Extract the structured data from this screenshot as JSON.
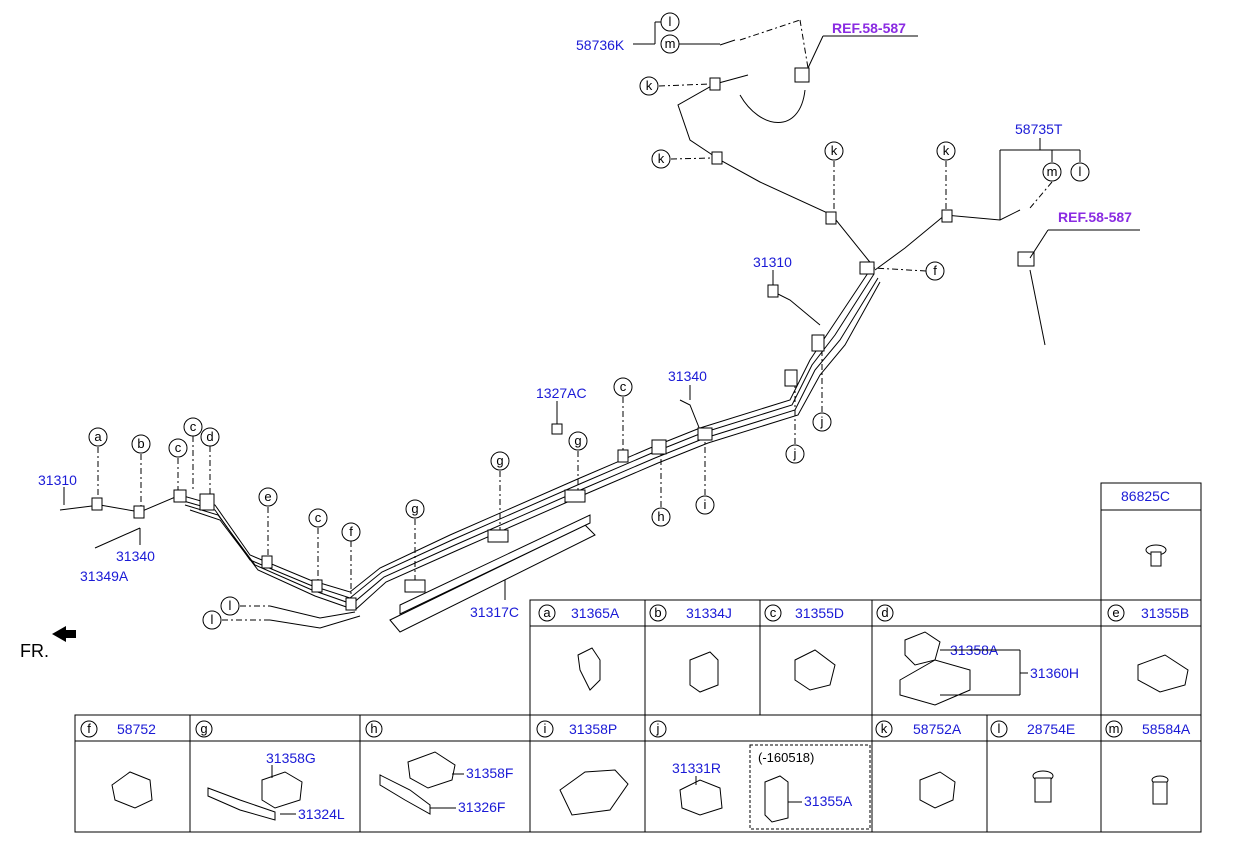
{
  "fr_label": "FR.",
  "ref_top": "REF.58-587",
  "ref_right": "REF.58-587",
  "labels": {
    "p58736K": "58736K",
    "p58735T": "58735T",
    "p31310_left": "31310",
    "p31310_mid": "31310",
    "p31340_left": "31340",
    "p31340_mid": "31340",
    "p31349A": "31349A",
    "p1327AC": "1327AC",
    "p31317C": "31317C"
  },
  "callouts": {
    "a": "a",
    "b": "b",
    "c": "c",
    "d": "d",
    "e": "e",
    "f": "f",
    "g": "g",
    "h": "h",
    "i": "i",
    "j": "j",
    "k": "k",
    "l": "l",
    "m": "m"
  },
  "legend_top": {
    "part": "86825C"
  },
  "legend_row1": [
    {
      "letter": "a",
      "part": "31365A"
    },
    {
      "letter": "b",
      "part": "31334J"
    },
    {
      "letter": "c",
      "part": "31355D"
    },
    {
      "letter": "d",
      "part": "",
      "sub1": "31358A",
      "sub2": "31360H"
    },
    {
      "letter": "e",
      "part": "31355B"
    }
  ],
  "legend_row2": [
    {
      "letter": "f",
      "part": "58752"
    },
    {
      "letter": "g",
      "part": "",
      "sub1": "31358G",
      "sub2": "31324L"
    },
    {
      "letter": "h",
      "part": "",
      "sub1": "31358F",
      "sub2": "31326F"
    },
    {
      "letter": "i",
      "part": "31358P"
    },
    {
      "letter": "j",
      "part": "",
      "sub1": "31331R",
      "sub2": "31355A",
      "note": "(-160518)"
    },
    {
      "letter": "k",
      "part": "58752A"
    },
    {
      "letter": "l",
      "part": "28754E"
    },
    {
      "letter": "m",
      "part": "58584A"
    }
  ]
}
